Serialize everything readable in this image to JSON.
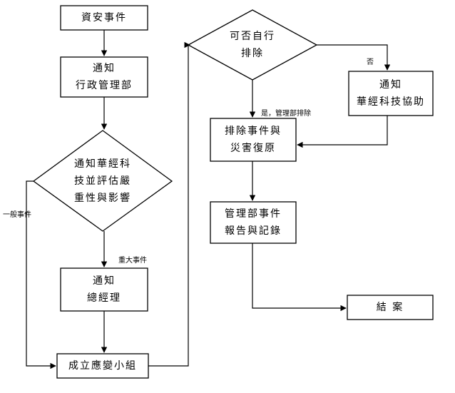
{
  "nodes": {
    "incident": {
      "lines": [
        "資安事件"
      ]
    },
    "notify_admin": {
      "lines": [
        "通知",
        "行政管理部"
      ]
    },
    "assess": {
      "lines": [
        "通知華經科",
        "技並評估嚴",
        "重性與影響"
      ]
    },
    "notify_gm": {
      "lines": [
        "通知",
        "總經理"
      ]
    },
    "response_team": {
      "lines": [
        "成立應變小組"
      ]
    },
    "self_fix": {
      "lines": [
        "可否自行",
        "排除"
      ]
    },
    "vendor_help": {
      "lines": [
        "通知",
        "華經科技協助"
      ]
    },
    "recovery": {
      "lines": [
        "排除事件與",
        "災害復原"
      ]
    },
    "report": {
      "lines": [
        "管理部事件",
        "報告與記錄"
      ]
    },
    "close": {
      "lines": [
        "結 案"
      ]
    }
  },
  "edge_labels": {
    "general": "一般事件",
    "major": "重大事件",
    "no": "否",
    "yes": "是，管理部排除"
  }
}
